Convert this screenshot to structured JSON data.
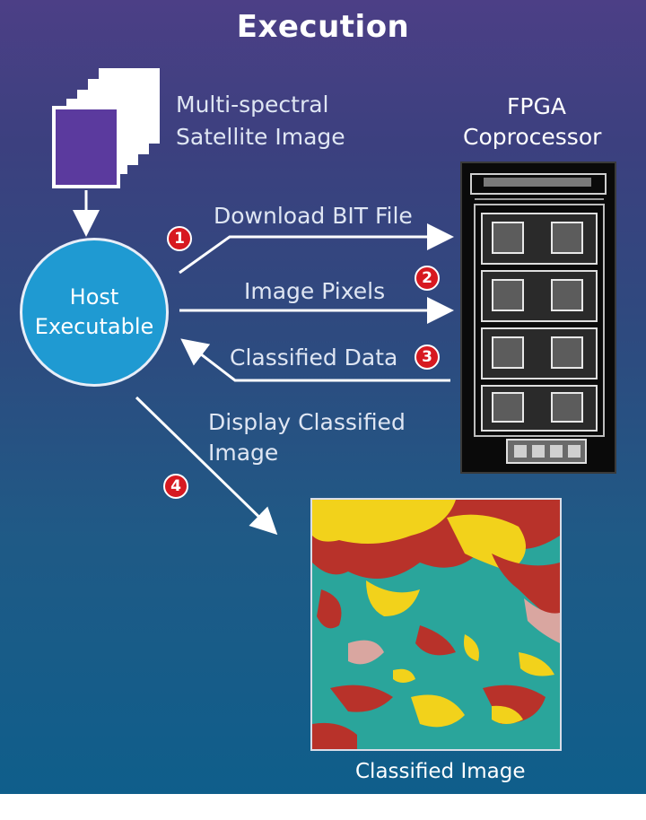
{
  "title": "Execution",
  "source_label": {
    "line1": "Multi-spectral",
    "line2": "Satellite Image"
  },
  "fpga_label": {
    "line1": "FPGA",
    "line2": "Coprocessor"
  },
  "host": {
    "line1": "Host",
    "line2": "Executable"
  },
  "flows": [
    {
      "step": "1",
      "label": "Download BIT File"
    },
    {
      "step": "2",
      "label": "Image Pixels"
    },
    {
      "step": "3",
      "label": "Classified Data"
    },
    {
      "step": "4",
      "label_line1": "Display Classified",
      "label_line2": "Image"
    }
  ],
  "output_caption": "Classified Image",
  "colors": {
    "host_fill": "#1f9ad2",
    "badge": "#d71920",
    "image_stack": "#5b3a9e",
    "classified_base": "#2aa59b",
    "classified_yellow": "#f2d21b",
    "classified_red": "#b8322a"
  }
}
